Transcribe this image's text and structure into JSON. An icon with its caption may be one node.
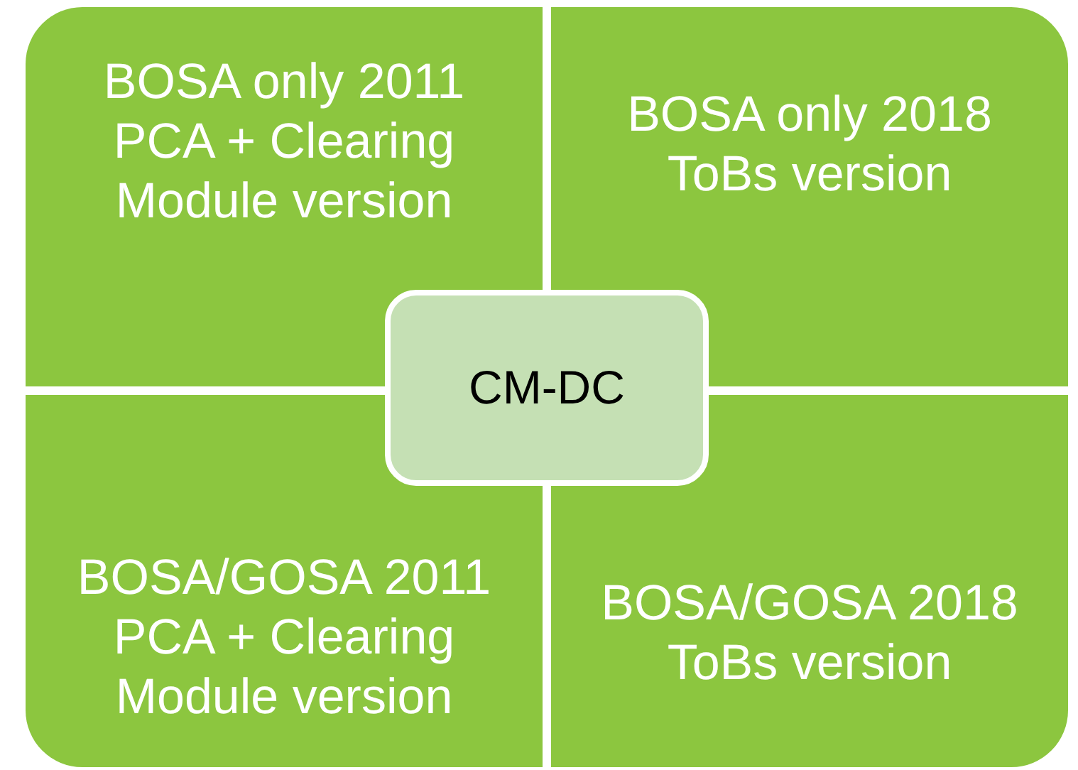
{
  "diagram": {
    "nodes": [
      {
        "text": [
          "BOSA only 2011 PCA + Clearing Module version"
        ]
      },
      {
        "text": [
          "BOSA only 2018 ToBs version"
        ]
      },
      {
        "text": [
          "CM-DC"
        ]
      },
      {
        "text": [
          "BOSA/GOSA 2011 PCA + Clearing Module version"
        ]
      },
      {
        "text": [
          "BOSA/GOSA 2018 ToBs version"
        ]
      }
    ]
  }
}
